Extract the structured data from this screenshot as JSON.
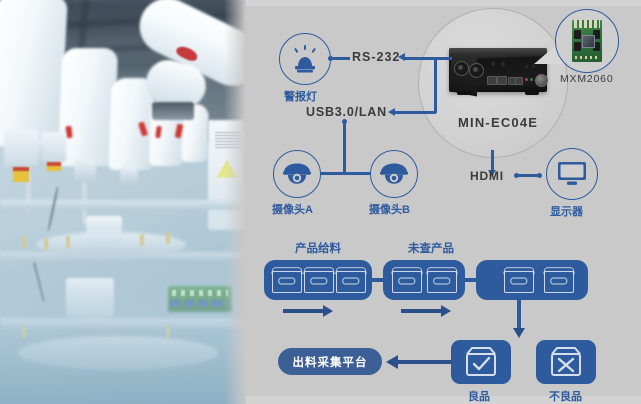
{
  "photo": {
    "alt": "blurred industrial robotic assembly line with white robot arms",
    "caption": ""
  },
  "diagram": {
    "device": {
      "name": "MIN-EC04E",
      "module_name": "MXM2060"
    },
    "interfaces": {
      "rs232": "RS-232",
      "usb_lan": "USB3.0/LAN",
      "hdmi": "HDMI"
    },
    "peripherals": [
      {
        "id": "alarm-light",
        "label": "警报灯",
        "icon": "alarm-light-icon"
      },
      {
        "id": "camera-a",
        "label": "摄像头A",
        "icon": "dome-camera-icon"
      },
      {
        "id": "camera-b",
        "label": "摄像头B",
        "icon": "dome-camera-icon"
      },
      {
        "id": "monitor",
        "label": "显示器",
        "icon": "monitor-icon"
      }
    ],
    "conveyor": {
      "stage1_label": "产品给料",
      "stage2_label": "未查产品",
      "stage1_boxes": 3,
      "stage2_boxes": 2,
      "stage3_boxes": 2
    },
    "sorting": {
      "good_label": "良品",
      "bad_label": "不良品",
      "good_icon": "checked-box-icon",
      "bad_icon": "crossed-box-icon",
      "platform_label": "出料采集平台"
    },
    "colors": {
      "accent_blue": "#2e5b9e",
      "conveyor_blue": "#2e5b9e",
      "pill_blue": "#3c5f96",
      "background_gray": "#c9c9c9",
      "text_dark": "#3b3b3b"
    }
  }
}
